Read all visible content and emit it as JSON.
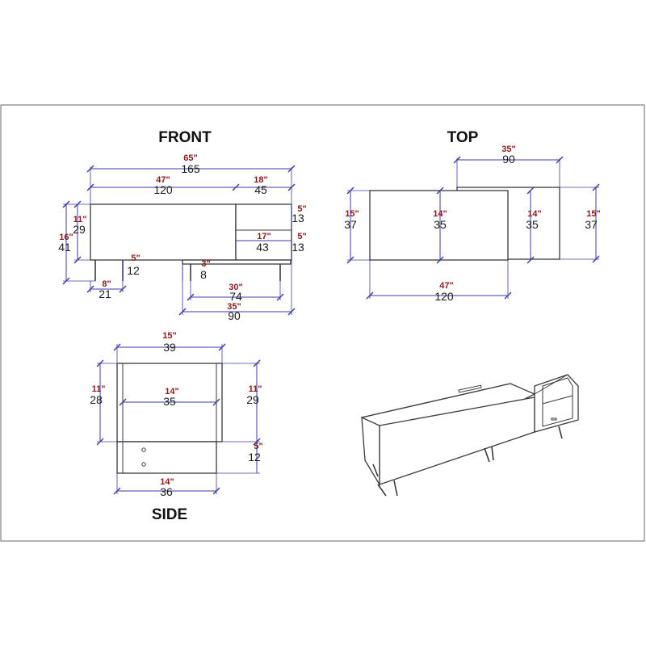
{
  "views": {
    "front": "FRONT",
    "top": "TOP",
    "side": "SIDE"
  },
  "front": {
    "overall": {
      "inch": "65\"",
      "cm": "165"
    },
    "body_width": {
      "inch": "47\"",
      "cm": "120"
    },
    "shelf_width": {
      "inch": "18\"",
      "cm": "45"
    },
    "shelf_upper": {
      "inch": "5\"",
      "cm": "13"
    },
    "shelf_inner": {
      "inch": "17\"",
      "cm": "43"
    },
    "shelf_lower": {
      "inch": "5\"",
      "cm": "13"
    },
    "body_height": {
      "inch": "11\"",
      "cm": "29"
    },
    "total_height": {
      "inch": "16\"",
      "cm": "41"
    },
    "leg_height": {
      "inch": "5\"",
      "cm": "12"
    },
    "leg_offset": {
      "inch": "8\"",
      "cm": "21"
    },
    "base_leg": {
      "inch": "3\"",
      "cm": "8"
    },
    "base_inner": {
      "inch": "30\"",
      "cm": "74"
    },
    "base_outer": {
      "inch": "35\"",
      "cm": "90"
    }
  },
  "top": {
    "top_width": {
      "inch": "35\"",
      "cm": "90"
    },
    "depth_left": {
      "inch": "15\"",
      "cm": "37"
    },
    "depth_mid": {
      "inch": "14\"",
      "cm": "35"
    },
    "depth_inner": {
      "inch": "14\"",
      "cm": "35"
    },
    "depth_right": {
      "inch": "15\"",
      "cm": "37"
    },
    "bottom_width": {
      "inch": "47\"",
      "cm": "120"
    }
  },
  "side": {
    "top_depth": {
      "inch": "15\"",
      "cm": "39"
    },
    "height_left": {
      "inch": "11\"",
      "cm": "28"
    },
    "inner_depth": {
      "inch": "14\"",
      "cm": "35"
    },
    "height_right": {
      "inch": "11\"",
      "cm": "29"
    },
    "leg_height": {
      "inch": "5\"",
      "cm": "12"
    },
    "base_depth": {
      "inch": "14\"",
      "cm": "36"
    }
  }
}
